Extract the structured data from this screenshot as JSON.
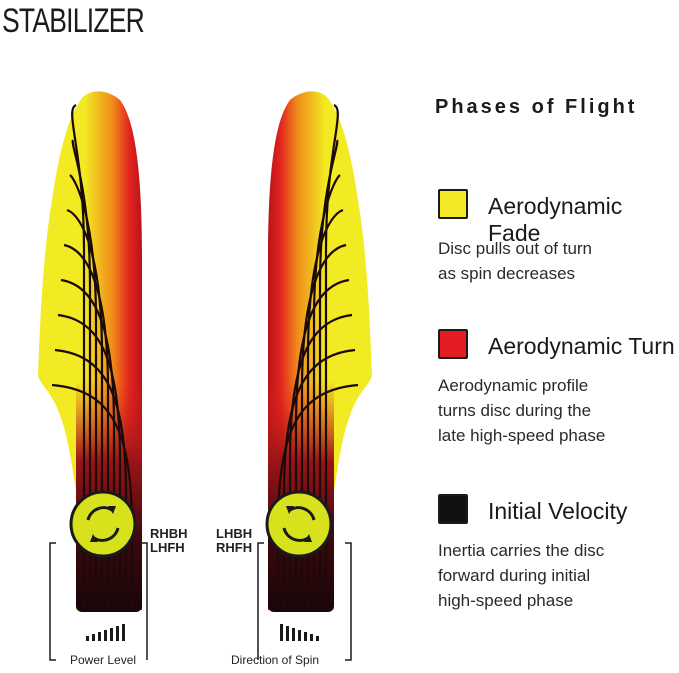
{
  "title": "STABILIZER",
  "left_disc": {
    "rotation_labels": [
      "RHBH",
      "LHFH"
    ]
  },
  "right_disc": {
    "rotation_labels": [
      "LHBH",
      "RHFH"
    ]
  },
  "axis_labels": {
    "power": "Power Level",
    "spin": "Direction of Spin"
  },
  "legend": {
    "title": "Phases of Flight",
    "items": [
      {
        "label": "Aerodynamic Fade",
        "color": "#f2e825",
        "description": "Disc pulls out of turn\nas spin decreases"
      },
      {
        "label": "Aerodynamic Turn",
        "color": "#e31b23",
        "description": "Aerodynamic profile\nturns disc during the\nlate high-speed phase"
      },
      {
        "label": "Initial Velocity",
        "color": "#111111",
        "description": "Inertia carries the disc\nforward during initial\nhigh-speed phase"
      }
    ]
  },
  "colors": {
    "fade": "#f2e825",
    "turn": "#e31b23",
    "velocity": "#1a0508",
    "circle": "#d8e21c"
  },
  "icons": {
    "rotation": "rotation-arrows-icon",
    "power_bars": "power-bars-icon",
    "spin_bars": "spin-bars-icon"
  }
}
